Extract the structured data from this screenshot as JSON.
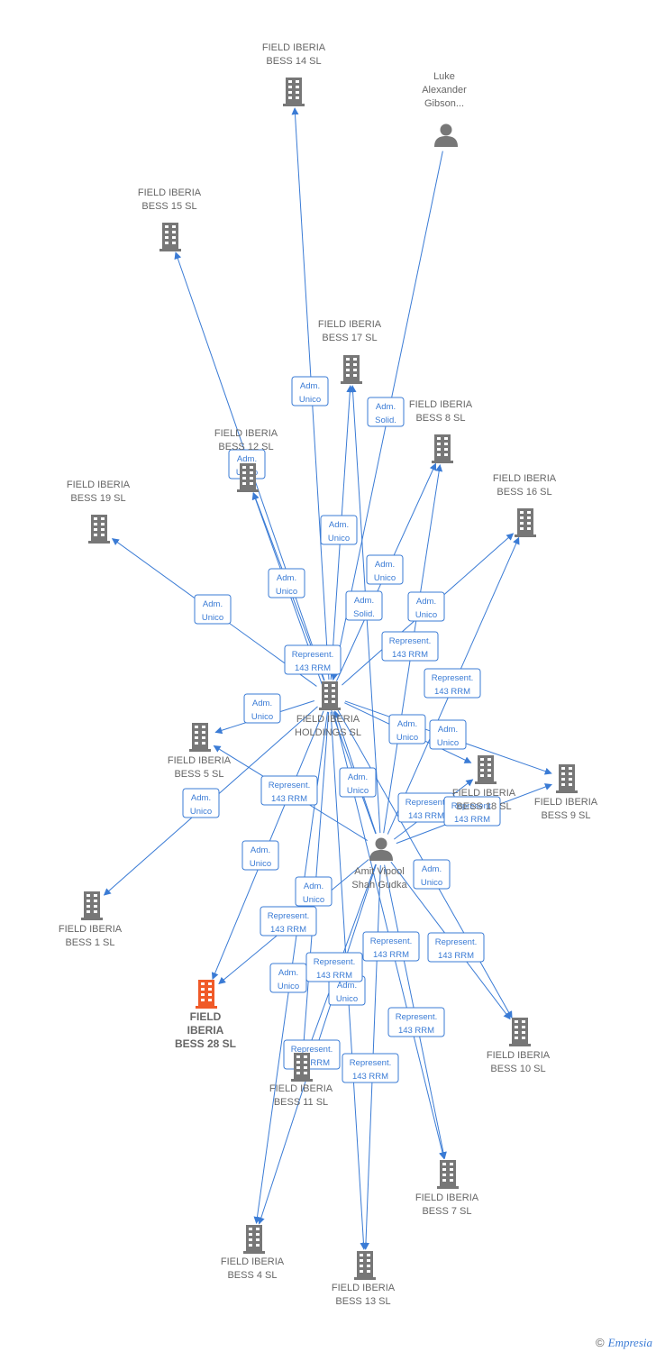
{
  "colors": {
    "edge": "#3a7bd5",
    "node": "#777777",
    "focus": "#f05a28",
    "label": "#666666"
  },
  "nodes": [
    {
      "id": "b14",
      "type": "company",
      "lines": [
        "FIELD IBERIA",
        "BESS 14  SL"
      ]
    },
    {
      "id": "luke",
      "type": "person",
      "lines": [
        "Luke",
        "Alexander",
        "Gibson..."
      ]
    },
    {
      "id": "b15",
      "type": "company",
      "lines": [
        "FIELD IBERIA",
        "BESS 15  SL"
      ]
    },
    {
      "id": "b17",
      "type": "company",
      "lines": [
        "FIELD IBERIA",
        "BESS 17  SL"
      ]
    },
    {
      "id": "b8",
      "type": "company",
      "lines": [
        "FIELD IBERIA",
        "BESS 8  SL"
      ]
    },
    {
      "id": "b12",
      "type": "company",
      "lines": [
        "FIELD IBERIA",
        "BESS 12  SL"
      ]
    },
    {
      "id": "b16",
      "type": "company",
      "lines": [
        "FIELD IBERIA",
        "BESS 16  SL"
      ]
    },
    {
      "id": "b19",
      "type": "company",
      "lines": [
        "FIELD IBERIA",
        "BESS 19  SL"
      ]
    },
    {
      "id": "hold",
      "type": "company",
      "lines": [
        "FIELD IBERIA",
        "HOLDINGS  SL"
      ]
    },
    {
      "id": "b5",
      "type": "company",
      "lines": [
        "FIELD IBERIA",
        "BESS 5  SL"
      ]
    },
    {
      "id": "b18",
      "type": "company",
      "lines": [
        "FIELD IBERIA",
        "BESS 18  SL"
      ]
    },
    {
      "id": "b9",
      "type": "company",
      "lines": [
        "FIELD IBERIA",
        "BESS 9  SL"
      ]
    },
    {
      "id": "amit",
      "type": "person",
      "lines": [
        "Amit Vipool",
        "Shah Gudka"
      ]
    },
    {
      "id": "b1",
      "type": "company",
      "lines": [
        "FIELD IBERIA",
        "BESS 1  SL"
      ]
    },
    {
      "id": "b28",
      "type": "focus",
      "lines": [
        "FIELD",
        "IBERIA",
        "BESS 28  SL"
      ]
    },
    {
      "id": "b10",
      "type": "company",
      "lines": [
        "FIELD IBERIA",
        "BESS 10  SL"
      ]
    },
    {
      "id": "b11",
      "type": "company",
      "lines": [
        "FIELD IBERIA",
        "BESS 11  SL"
      ]
    },
    {
      "id": "b7",
      "type": "company",
      "lines": [
        "FIELD IBERIA",
        "BESS 7  SL"
      ]
    },
    {
      "id": "b4",
      "type": "company",
      "lines": [
        "FIELD IBERIA",
        "BESS 4  SL"
      ]
    },
    {
      "id": "b13",
      "type": "company",
      "lines": [
        "FIELD IBERIA",
        "BESS 13  SL"
      ]
    }
  ],
  "edges": [
    {
      "from": "luke",
      "to": "hold",
      "label": [
        "Adm.",
        "Solid."
      ]
    },
    {
      "from": "hold",
      "to": "b14",
      "label": [
        "Adm.",
        "Unico"
      ]
    },
    {
      "from": "hold",
      "to": "b15",
      "label": [
        "Adm.",
        "Unico"
      ]
    },
    {
      "from": "hold",
      "to": "b17",
      "label": [
        "Adm.",
        "Unico"
      ]
    },
    {
      "from": "hold",
      "to": "b12",
      "label": [
        "Adm.",
        "Unico"
      ]
    },
    {
      "from": "hold",
      "to": "b19",
      "label": [
        "Adm.",
        "Unico"
      ]
    },
    {
      "from": "hold",
      "to": "b8",
      "label": [
        "Adm.",
        "Unico"
      ]
    },
    {
      "from": "hold",
      "to": "b16",
      "label": [
        "Adm.",
        "Unico"
      ]
    },
    {
      "from": "hold",
      "to": "b5",
      "label": [
        "Adm.",
        "Unico"
      ]
    },
    {
      "from": "hold",
      "to": "b18",
      "label": [
        "Adm.",
        "Unico"
      ]
    },
    {
      "from": "hold",
      "to": "b9",
      "label": [
        "Adm.",
        "Unico"
      ]
    },
    {
      "from": "hold",
      "to": "b1",
      "label": [
        "Adm.",
        "Unico"
      ]
    },
    {
      "from": "hold",
      "to": "b28",
      "label": [
        "Adm.",
        "Unico"
      ]
    },
    {
      "from": "hold",
      "to": "b11",
      "label": [
        "Adm.",
        "Unico"
      ]
    },
    {
      "from": "hold",
      "to": "b4",
      "label": [
        "Adm.",
        "Unico"
      ]
    },
    {
      "from": "hold",
      "to": "b13",
      "label": [
        "Adm.",
        "Unico"
      ]
    },
    {
      "from": "hold",
      "to": "b7",
      "label": [
        "Adm.",
        "Unico"
      ]
    },
    {
      "from": "hold",
      "to": "b10",
      "label": [
        "Adm.",
        "Unico"
      ]
    },
    {
      "from": "amit",
      "to": "hold",
      "label": [
        "Adm.",
        "Solid."
      ]
    },
    {
      "from": "amit",
      "to": "b17",
      "label": [
        "Represent.",
        "143 RRM"
      ]
    },
    {
      "from": "amit",
      "to": "b8",
      "label": [
        "Represent.",
        "143 RRM"
      ]
    },
    {
      "from": "amit",
      "to": "b12",
      "label": [
        "Represent.",
        "143 RRM"
      ]
    },
    {
      "from": "amit",
      "to": "b16",
      "label": [
        "Represent.",
        "143 RRM"
      ]
    },
    {
      "from": "amit",
      "to": "b5",
      "label": [
        "Represent.",
        "143 RRM"
      ]
    },
    {
      "from": "amit",
      "to": "b18",
      "label": [
        "Represent.",
        "143 RRM"
      ]
    },
    {
      "from": "amit",
      "to": "b9",
      "label": [
        "Represent.",
        "143 RRM"
      ]
    },
    {
      "from": "amit",
      "to": "b28",
      "label": [
        "Represent.",
        "143 RRM"
      ]
    },
    {
      "from": "amit",
      "to": "b11",
      "label": [
        "Represent.",
        "143 RRM"
      ]
    },
    {
      "from": "amit",
      "to": "b4",
      "label": [
        "Represent.",
        "143 RRM"
      ]
    },
    {
      "from": "amit",
      "to": "b13",
      "label": [
        "Represent.",
        "143 RRM"
      ]
    },
    {
      "from": "amit",
      "to": "b7",
      "label": [
        "Represent.",
        "143 RRM"
      ]
    },
    {
      "from": "amit",
      "to": "b10",
      "label": [
        "Represent.",
        "143 RRM"
      ]
    }
  ],
  "copyright": {
    "symbol": "©",
    "brand": "Empresia"
  }
}
